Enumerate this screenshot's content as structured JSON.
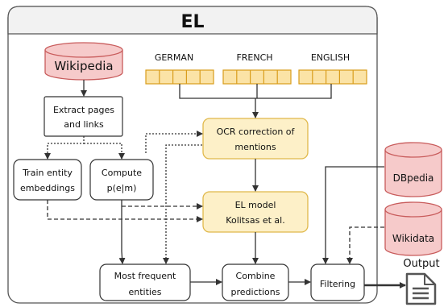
{
  "title": "EL",
  "sources": {
    "wikipedia": "Wikipedia",
    "dbpedia": "DBpedia",
    "wikidata": "Wikidata"
  },
  "languages": [
    "GERMAN",
    "FRENCH",
    "ENGLISH"
  ],
  "steps": {
    "extract_line1": "Extract pages",
    "extract_line2": "and links",
    "train_line1": "Train entity",
    "train_line2": "embeddings",
    "compute_line1": "Compute",
    "compute_line2": "p(e|m)",
    "ocr_line1": "OCR correction of",
    "ocr_line2": "mentions",
    "el_line1": "EL model",
    "el_line2": "Kolitsas et al.",
    "frequent_line1": "Most frequent",
    "frequent_line2": "entities",
    "combine_line1": "Combine",
    "combine_line2": "predictions",
    "filtering": "Filtering"
  },
  "output_label": "Output",
  "icons": {
    "output": "document-icon",
    "database": "cylinder-icon"
  },
  "colors": {
    "db_fill": "#f6caca",
    "db_stroke": "#c85b5b",
    "yellow_fill": "#fdf0c8",
    "yellow_stroke": "#e0b84a",
    "lang_fill": "#fbe3a6",
    "lang_stroke": "#d99d1c",
    "header_fill": "#f2f2f2"
  }
}
